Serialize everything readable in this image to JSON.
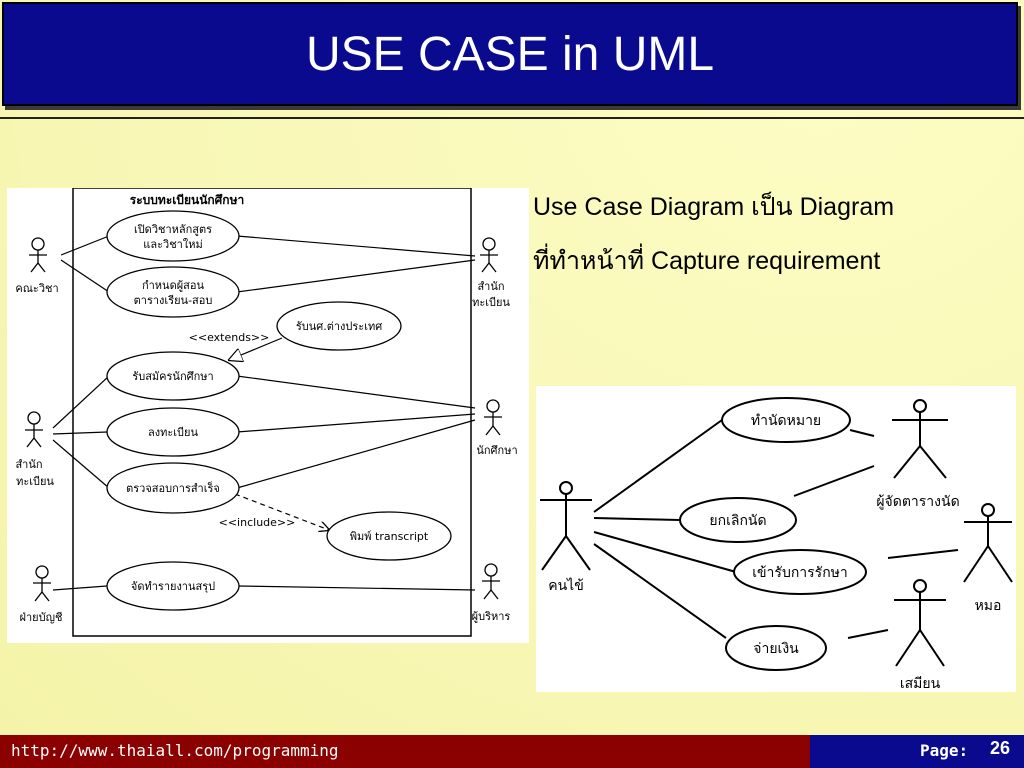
{
  "slide": {
    "title": "USE CASE in UML",
    "description_lines": [
      "Use Case Diagram เป็น Diagram",
      "ที่ทำหน้าที่ Capture requirement"
    ]
  },
  "diagram_left": {
    "system_name": "ระบบทะเบียนนักศึกษา",
    "actors": [
      {
        "id": "faculty",
        "label_lines": [
          "คณะวิชา"
        ]
      },
      {
        "id": "registrar_right",
        "label_lines": [
          "สำนัก",
          "ทะเบียน"
        ]
      },
      {
        "id": "registrar_left",
        "label_lines": [
          "สำนัก",
          "ทะเบียน"
        ]
      },
      {
        "id": "student",
        "label_lines": [
          "นักศึกษา"
        ]
      },
      {
        "id": "accounting",
        "label_lines": [
          "ฝ่ายบัญชี"
        ]
      },
      {
        "id": "executive",
        "label_lines": [
          "ผู้บริหาร"
        ]
      }
    ],
    "use_cases": [
      {
        "id": "open_course",
        "label_lines": [
          "เปิดวิชาหลักสูตร",
          "และวิชาใหม่"
        ]
      },
      {
        "id": "set_schedule",
        "label_lines": [
          "กำหนดผู้สอน",
          "ตารางเรียน-สอบ"
        ]
      },
      {
        "id": "foreign",
        "label_lines": [
          "รับนศ.ต่างประเทศ"
        ]
      },
      {
        "id": "admit",
        "label_lines": [
          "รับสมัครนักศึกษา"
        ]
      },
      {
        "id": "register",
        "label_lines": [
          "ลงทะเบียน"
        ]
      },
      {
        "id": "check_grad",
        "label_lines": [
          "ตรวจสอบการสำเร็จ"
        ]
      },
      {
        "id": "transcript",
        "label_lines": [
          "พิมพ์ transcript"
        ]
      },
      {
        "id": "report",
        "label_lines": [
          "จัดทำรายงานสรุป"
        ]
      }
    ],
    "stereotypes": {
      "extends": "<<extends>>",
      "include": "<<include>>"
    }
  },
  "diagram_right": {
    "actors": [
      {
        "id": "patient",
        "label": "คนไข้"
      },
      {
        "id": "scheduler",
        "label": "ผู้จัดตารางนัด"
      },
      {
        "id": "doctor",
        "label": "หมอ"
      },
      {
        "id": "cashier",
        "label": "เสมียน"
      }
    ],
    "use_cases": [
      {
        "id": "appoint",
        "label": "ทำนัดหมาย"
      },
      {
        "id": "cancel",
        "label": "ยกเลิกนัด"
      },
      {
        "id": "treat",
        "label": "เข้ารับการรักษา"
      },
      {
        "id": "pay",
        "label": "จ่ายเงิน"
      }
    ]
  },
  "footer": {
    "url": "http://www.thaiall.com/programming",
    "page_label": "Page:",
    "page_number": "26"
  },
  "colors": {
    "title_bg": "#0a0a8e",
    "footer_left_bg": "#8b0000",
    "footer_right_bg": "#0a0a8e"
  }
}
